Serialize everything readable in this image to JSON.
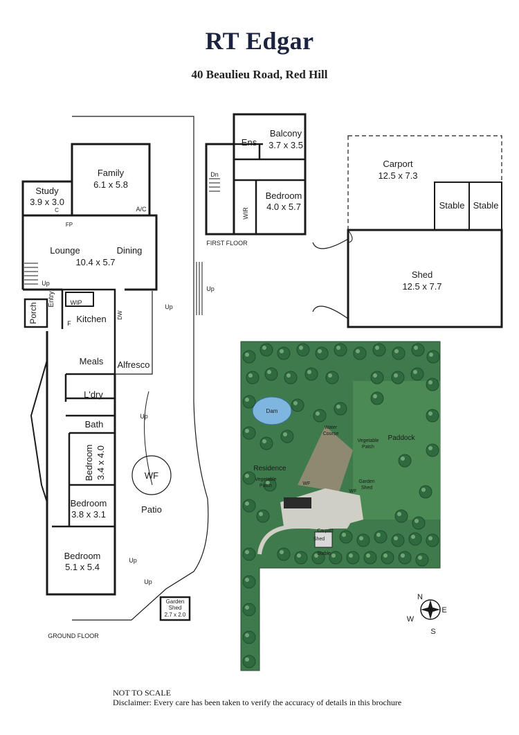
{
  "brand": "RT Edgar",
  "address": "40 Beaulieu Road, Red Hill",
  "ground_floor": {
    "title": "GROUND FLOOR",
    "rooms": {
      "family": {
        "name": "Family",
        "size": "6.1 x 5.8"
      },
      "study": {
        "name": "Study",
        "size": "3.9 x 3.0"
      },
      "lounge": {
        "name": "Lounge",
        "size": "10.4 x 5.7"
      },
      "dining": {
        "name": "Dining"
      },
      "kitchen": {
        "name": "Kitchen"
      },
      "wip": {
        "name": "WIP"
      },
      "meals": {
        "name": "Meals"
      },
      "alfresco": {
        "name": "Alfresco"
      },
      "porch": {
        "name": "Porch"
      },
      "entry": {
        "name": "Entry"
      },
      "laundry": {
        "name": "L'dry"
      },
      "bath": {
        "name": "Bath"
      },
      "bedroom2": {
        "name": "Bedroom",
        "size": "3.4 x 4.0"
      },
      "bedroom3": {
        "name": "Bedroom",
        "size": "3.8 x 3.1"
      },
      "bedroom1": {
        "name": "Bedroom",
        "size": "5.1 x 5.4"
      },
      "patio": {
        "name": "Patio"
      },
      "wf": {
        "name": "WF"
      }
    },
    "marks": {
      "c": "C",
      "fp": "FP",
      "ac": "A/C",
      "dw": "DW",
      "f": "F",
      "up": "Up"
    },
    "garden_shed": {
      "name1": "Garden",
      "name2": "Shed",
      "size": "2.7 x 2.0"
    }
  },
  "first_floor": {
    "title": "FIRST FLOOR",
    "rooms": {
      "ens": {
        "name": "Ens"
      },
      "balcony": {
        "name": "Balcony",
        "size": "3.7 x 3.5"
      },
      "bedroom": {
        "name": "Bedroom",
        "size": "4.0 x 5.7"
      },
      "wir": {
        "name": "WIR"
      }
    },
    "marks": {
      "dn": "Dn"
    }
  },
  "outbuildings": {
    "carport": {
      "name": "Carport",
      "size": "12.5 x 7.3"
    },
    "stable1": {
      "name": "Stable"
    },
    "stable2": {
      "name": "Stable"
    },
    "shed": {
      "name": "Shed",
      "size": "12.5 x 7.7"
    }
  },
  "site": {
    "dam": "Dam",
    "water_course_1": "Water",
    "water_course_2": "Course",
    "vegetable_patch_1_a": "Vegetable",
    "vegetable_patch_1_b": "Patch",
    "vegetable_patch_2_a": "Vegetable",
    "vegetable_patch_2_b": "Patch",
    "paddock": "Paddock",
    "residence": "Residence",
    "garden_shed_a": "Garden",
    "garden_shed_b": "Shed",
    "wf1": "WF",
    "wf2": "WF",
    "carport": "Carport",
    "shed": "Shed",
    "stable": "Stable",
    "colors": {
      "grass": "#3e7a4c",
      "paddock": "#4c8a55",
      "tree": "#2f6a3e",
      "tree_light": "#8fbf8e",
      "path": "#cfcfc6",
      "dam": "#7fb6e0"
    }
  },
  "compass": {
    "n": "N",
    "e": "E",
    "s": "S",
    "w": "W"
  },
  "footer": {
    "not_to_scale": "NOT TO SCALE",
    "disclaimer": "Disclaimer: Every care has been taken to verify the accuracy of details in this brochure"
  }
}
